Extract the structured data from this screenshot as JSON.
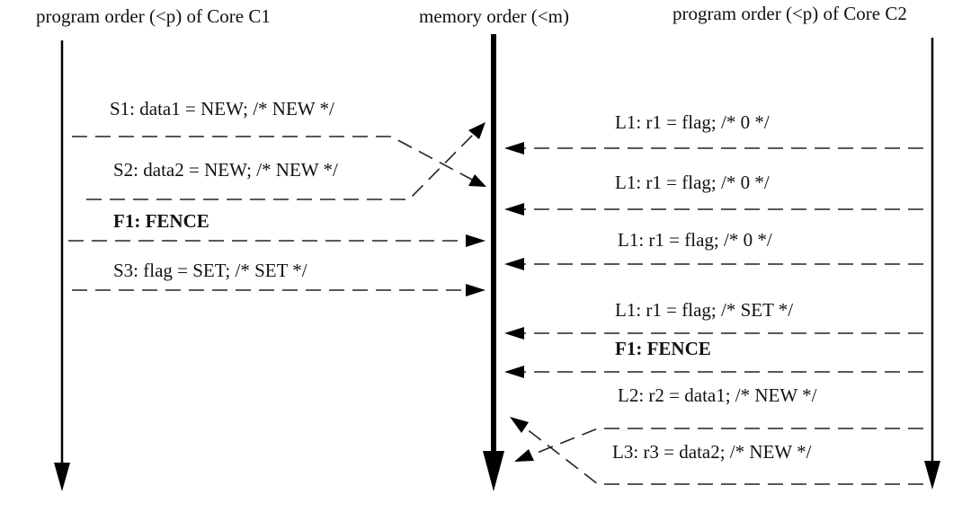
{
  "headers": {
    "core1": "program order (<p) of Core C1",
    "memory": "memory order (<m)",
    "core2": "program order (<p) of Core C2"
  },
  "core1_ops": {
    "s1": "S1: data1 = NEW; /* NEW */",
    "s2": "S2: data2 = NEW; /* NEW */",
    "f1": "F1: FENCE",
    "s3": "S3: flag = SET; /* SET */"
  },
  "core2_ops": {
    "l1a": "L1: r1 = flag; /* 0 */",
    "l1b": "L1: r1 = flag; /* 0 */",
    "l1c": "L1: r1 = flag; /* 0 */",
    "l1d": "L1: r1 = flag; /* SET */",
    "f1": "F1: FENCE",
    "l2": "L2: r2 = data1; /* NEW */",
    "l3": "L3: r3 = data2; /* NEW */"
  }
}
